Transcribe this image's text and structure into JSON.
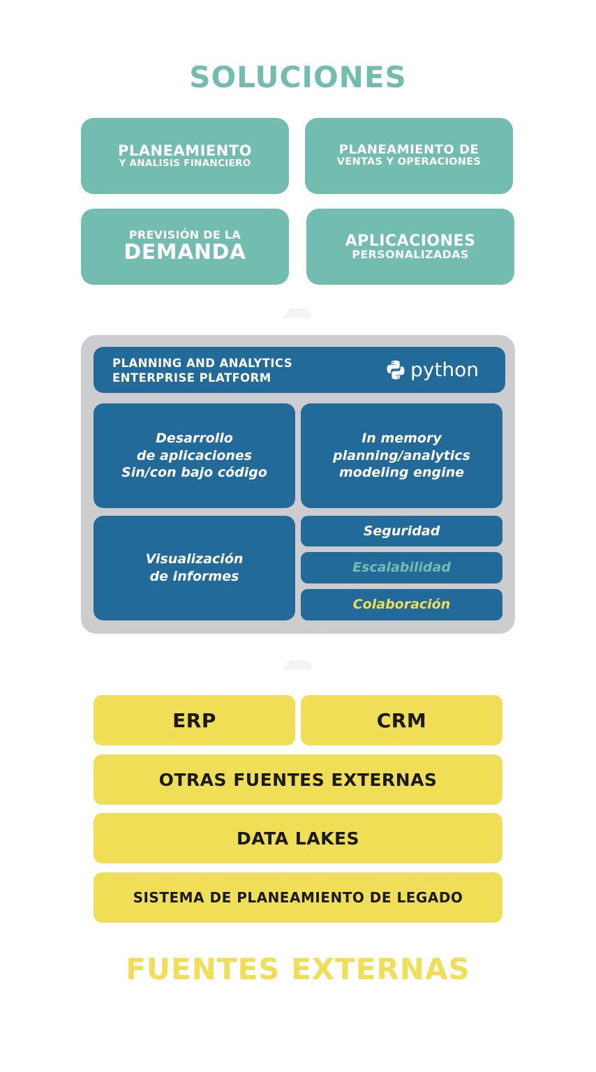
{
  "solutions": {
    "title": "SOLUCIONES",
    "boxes": [
      {
        "line1": "PLANEAMIENTO",
        "line2": "Y ANALISIS FINANCIERO"
      },
      {
        "line1": "PLANEAMIENTO DE",
        "line2": "VENTAS Y OPERACIONES"
      },
      {
        "line1": "PREVISIÓN DE LA",
        "line2": "DEMANDA"
      },
      {
        "line1": "APLICACIONES",
        "line2": "PERSONALIZADAS"
      }
    ]
  },
  "platform": {
    "header_line1": "PLANNING AND ANALYTICS",
    "header_line2": "ENTERPRISE PLATFORM",
    "python_label": "python",
    "dev": {
      "line1": "Desarrollo",
      "line2": "de aplicaciones",
      "line3": "Sin/con bajo código"
    },
    "engine": {
      "line1": "In memory",
      "line2": "planning/analytics",
      "line3": "modeling engine"
    },
    "viz": {
      "line1": "Visualización",
      "line2": "de informes"
    },
    "features": [
      {
        "label": "Seguridad",
        "color": "#ffffff"
      },
      {
        "label": "Escalabilidad",
        "color": "#72bcb0"
      },
      {
        "label": "Colaboración",
        "color": "#f0de57"
      }
    ]
  },
  "sources": {
    "items": [
      "ERP",
      "CRM",
      "OTRAS FUENTES EXTERNAS",
      "DATA LAKES",
      "SISTEMA DE PLANEAMIENTO DE LEGADO"
    ],
    "title": "FUENTES EXTERNAS"
  },
  "colors": {
    "teal": "#72bcb0",
    "blue": "#226a9a",
    "yellow": "#f0de57",
    "gray": "#cdcdcf"
  }
}
